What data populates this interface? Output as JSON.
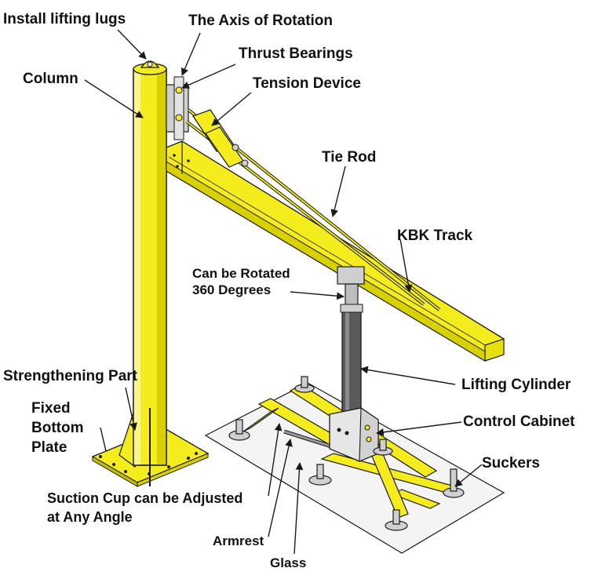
{
  "colors": {
    "structure": "#f5ec1e",
    "structure_dark": "#c9c000",
    "outline": "#1a1a1a",
    "metal": "#cfcfcf",
    "glass": "#f4f4f4"
  },
  "labels": {
    "install_lugs": "Install lifting lugs",
    "axis_rotation": "The Axis of Rotation",
    "thrust_bearings": "Thrust Bearings",
    "tension_device": "Tension Device",
    "column": "Column",
    "tie_rod": "Tie Rod",
    "kbk_track": "KBK Track",
    "rotated_line1": "Can be Rotated",
    "rotated_line2": "360 Degrees",
    "lifting_cylinder": "Lifting Cylinder",
    "control_cabinet": "Control Cabinet",
    "strengthening_part": "Strengthening Part",
    "fixed_line1": "Fixed",
    "fixed_line2": "Bottom",
    "fixed_line3": "Plate",
    "suckers": "Suckers",
    "suction_line1": "Suction Cup can be Adjusted",
    "suction_line2": "at Any Angle",
    "armrest": "Armrest",
    "glass": "Glass"
  }
}
